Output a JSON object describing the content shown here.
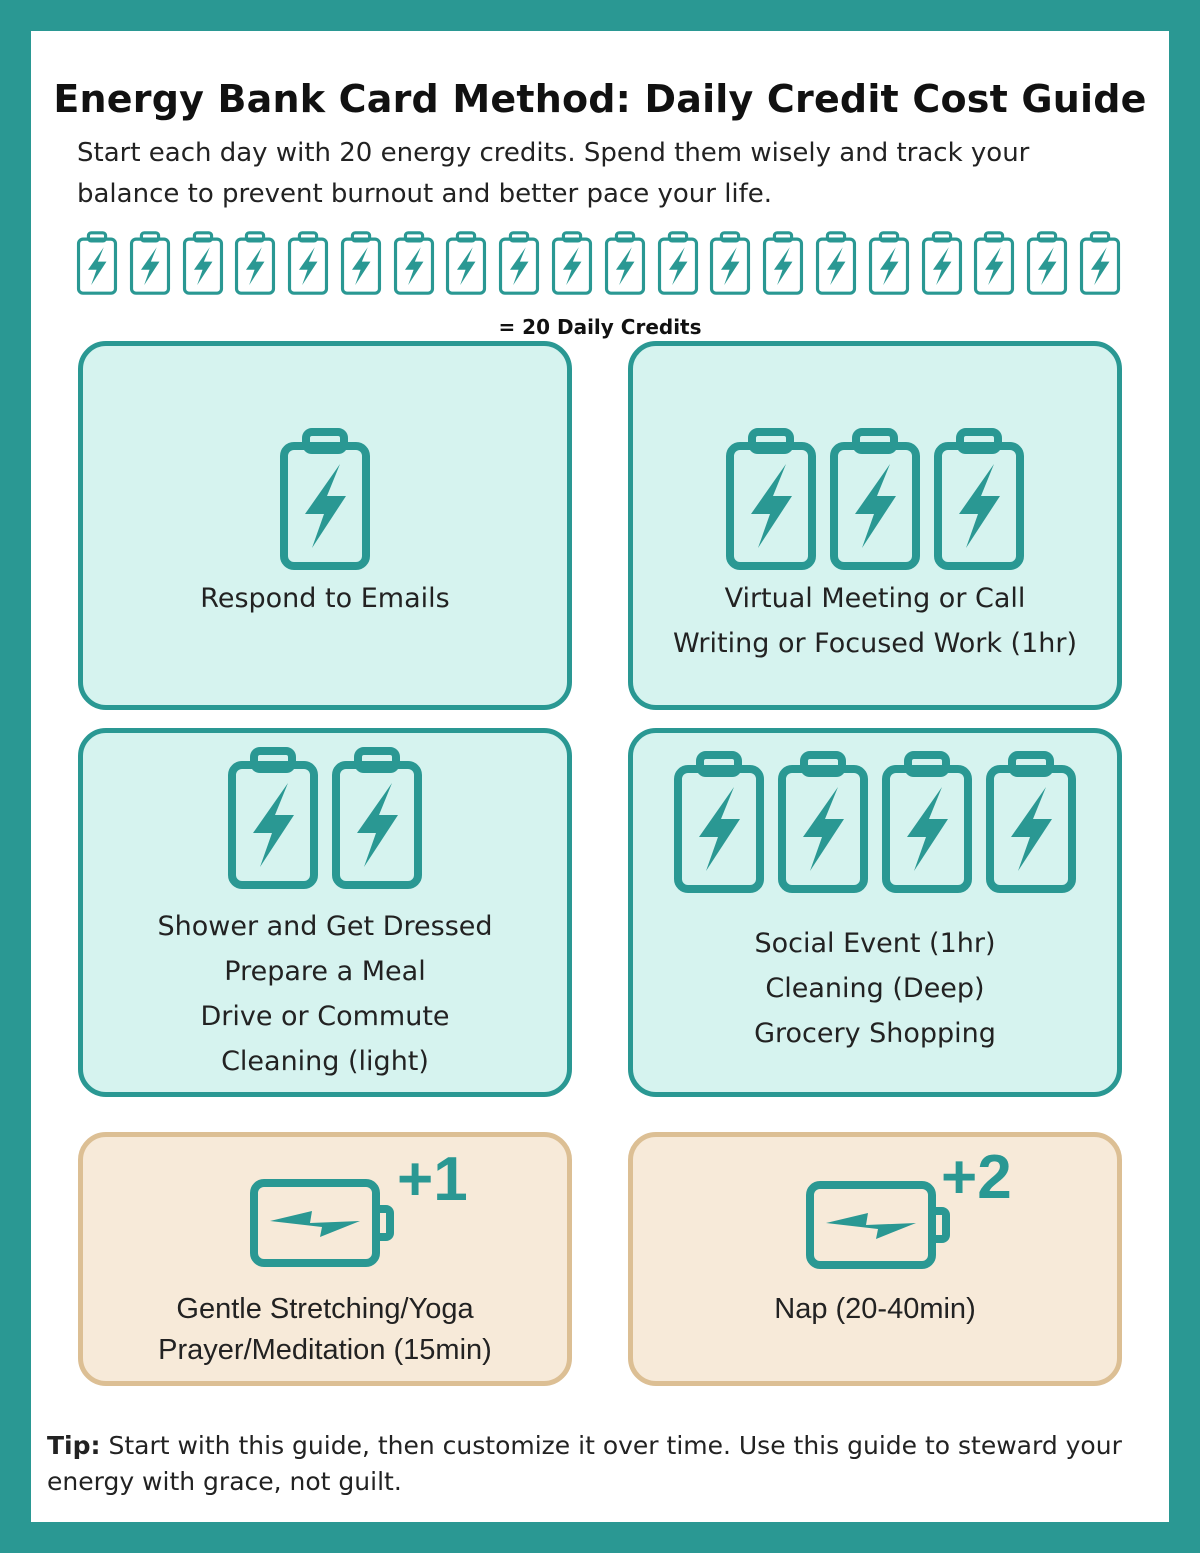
{
  "title": "Energy Bank Card Method: Daily Credit Cost Guide",
  "intro": "Start each day with 20 energy credits. Spend them wisely and track your balance to prevent burnout and better pace your life.",
  "daily_credit_icons": {
    "count": 20,
    "icon": "battery-bolt-icon"
  },
  "daily_credits_label": "= 20 Daily Credits",
  "colors": {
    "frame": "#2a9893",
    "card_fill": "#d6f3ef",
    "bonus_border": "#dcbf94",
    "bonus_fill": "#f7ead9"
  },
  "cards": [
    {
      "cost": 1,
      "activities": [
        "Respond to Emails"
      ]
    },
    {
      "cost": 3,
      "activities": [
        "Virtual Meeting or Call",
        "Writing or Focused Work (1hr)"
      ]
    },
    {
      "cost": 2,
      "activities": [
        "Shower and Get Dressed",
        "Prepare a Meal",
        "Drive or Commute",
        "Cleaning (light)"
      ]
    },
    {
      "cost": 4,
      "activities": [
        "Social Event (1hr)",
        "Cleaning (Deep)",
        "Grocery Shopping"
      ]
    }
  ],
  "bonus_cards": [
    {
      "gain_label": "+1",
      "activities": [
        "Gentle Stretching/Yoga",
        "Prayer/Meditation (15min)"
      ]
    },
    {
      "gain_label": "+2",
      "activities": [
        "Nap (20-40min)"
      ]
    }
  ],
  "tip": {
    "label": "Tip:",
    "text": "Start with this guide, then customize it over time. Use this guide to steward your energy with grace, not guilt."
  }
}
